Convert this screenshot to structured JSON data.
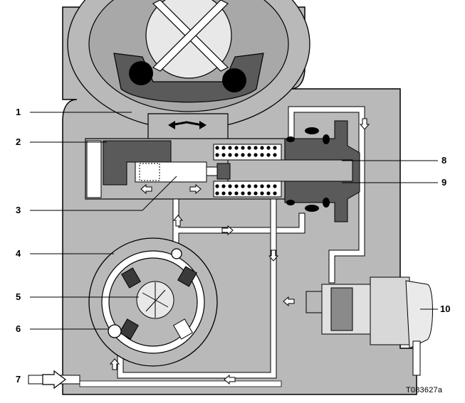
{
  "callouts": [
    {
      "id": "1",
      "label": "1"
    },
    {
      "id": "2",
      "label": "2"
    },
    {
      "id": "3",
      "label": "3"
    },
    {
      "id": "4",
      "label": "4"
    },
    {
      "id": "5",
      "label": "5"
    },
    {
      "id": "6",
      "label": "6"
    },
    {
      "id": "7",
      "label": "7"
    },
    {
      "id": "8",
      "label": "8"
    },
    {
      "id": "9",
      "label": "9"
    },
    {
      "id": "10",
      "label": "10"
    }
  ],
  "figure_code": "T083627a",
  "colors": {
    "housing": "#b9b9b9",
    "dark_part": "#5a5a5a",
    "channel": "#ffffff",
    "outline": "#000000"
  }
}
